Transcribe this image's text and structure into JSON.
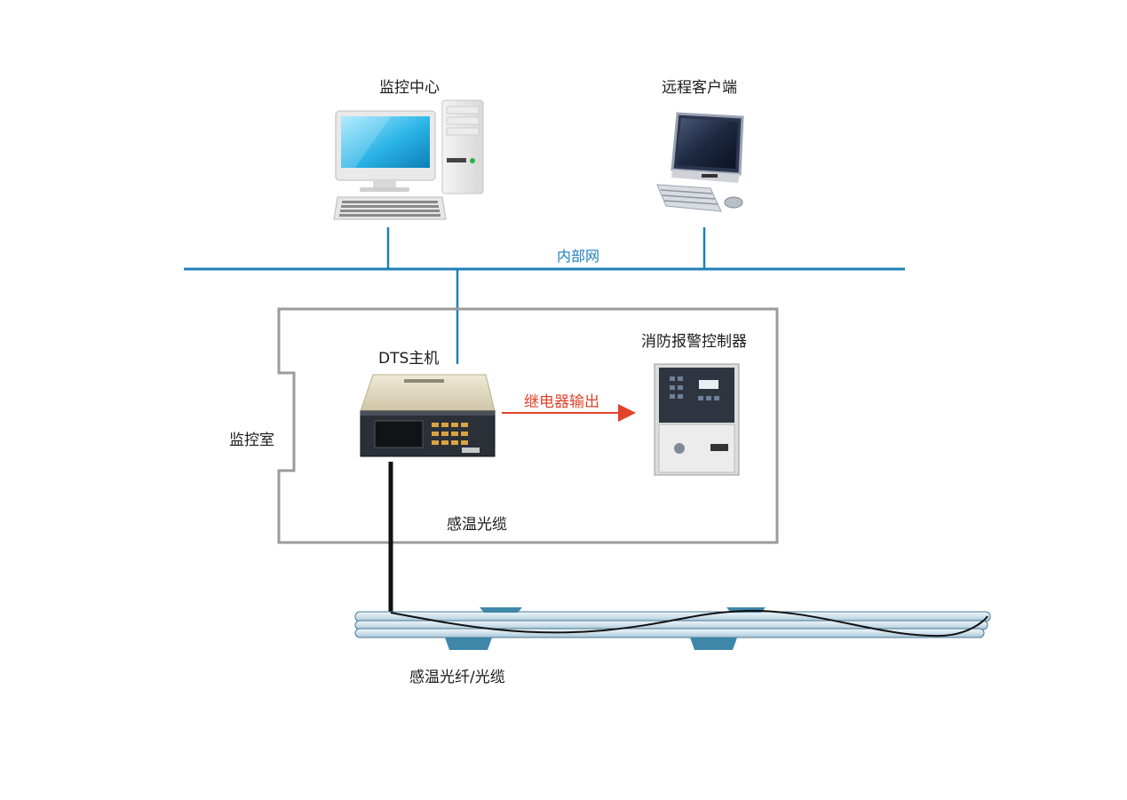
{
  "labels": {
    "monitoring_center": "监控中心",
    "remote_client": "远程客户端",
    "internal_network": "内部网",
    "monitoring_room": "监控室",
    "dts_host": "DTS主机",
    "fire_alarm_controller": "消防报警控制器",
    "relay_output": "继电器输出",
    "sensing_cable": "感温光缆",
    "sensing_fiber_cable": "感温光纤/光缆"
  },
  "colors": {
    "network_line": "#1f7fb8",
    "relay_arrow": "#e2432a",
    "room_border": "#9b9b9b",
    "fiber": "#111111",
    "pipe_fill": "#d6e6ef",
    "pipe_stroke": "#4b7a96",
    "bracket": "#3f87a8"
  },
  "icons": {
    "monitoring_center": "desktop-computer-icon",
    "remote_client": "monitor-keyboard-icon",
    "dts_host": "dts-rack-unit-icon",
    "fire_alarm_controller": "fire-alarm-panel-icon",
    "pipes": "cable-pipes-icon"
  }
}
